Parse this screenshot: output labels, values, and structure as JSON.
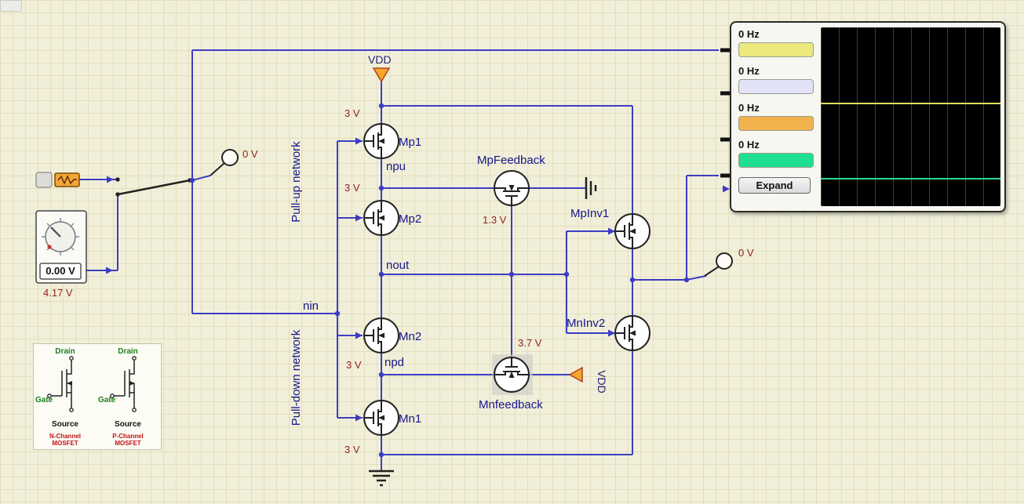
{
  "colors": {
    "wire": "#3d3dc3",
    "node_label": "#16168c",
    "voltage_label": "#8f1f1f",
    "vdd_triangle": "#f6a62a",
    "selection_highlight": "#c9c9c9"
  },
  "supplies": {
    "top": "VDD",
    "feedback": "VDD"
  },
  "transistors": {
    "mp1": "Mp1",
    "mp2": "Mp2",
    "mn2": "Mn2",
    "mn1": "Mn1",
    "mp_feedback": "MpFeedback",
    "mn_feedback": "Mnfeedback",
    "mp_inv1": "MpInv1",
    "mn_inv2": "MnInv2"
  },
  "nodes": {
    "npu": "npu",
    "nout": "nout",
    "nin": "nin",
    "npd": "npd"
  },
  "annotations": {
    "pull_up": "Pull-up network",
    "pull_down": "Pull-down network"
  },
  "readouts": {
    "gate_voltages": [
      "3 V",
      "3 V",
      "3 V",
      "3 V"
    ],
    "feedback_upper": "1.3 V",
    "feedback_lower": "3.7 V",
    "input_probe": "0 V",
    "output_probe": "0 V",
    "pot_display": "0.00 V",
    "pot_value": "4.17 V"
  },
  "scope": {
    "channels": [
      {
        "label": "0 Hz",
        "color": "#ece97f"
      },
      {
        "label": "0 Hz",
        "color": "#e3e3f8"
      },
      {
        "label": "0 Hz",
        "color": "#f2b34c"
      },
      {
        "label": "0 Hz",
        "color": "#1fdf90"
      }
    ],
    "expand_label": "Expand",
    "trace_colors": [
      "#dede5c",
      "#2bdb91"
    ]
  },
  "legend": {
    "n": {
      "drain": "Drain",
      "gate": "Gate",
      "source": "Source",
      "name": "N-Channel MOSFET"
    },
    "p": {
      "drain": "Drain",
      "gate": "Gate",
      "source": "Source",
      "name": "P-Channel MOSFET"
    }
  }
}
